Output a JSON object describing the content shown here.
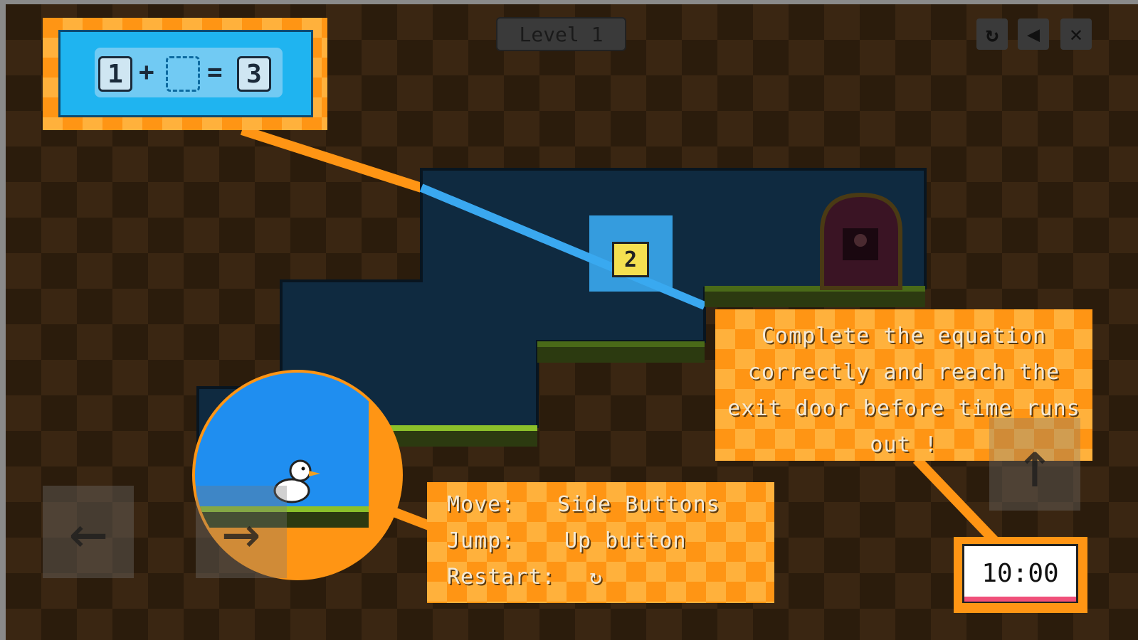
{
  "hud": {
    "level_label": "Level 1",
    "buttons": [
      {
        "name": "restart",
        "icon": "restart-icon"
      },
      {
        "name": "sound",
        "icon": "speaker-icon"
      },
      {
        "name": "close",
        "icon": "close-icon"
      }
    ]
  },
  "equation": {
    "left": "1",
    "plus": "+",
    "missing": "",
    "equals": "=",
    "right": "3"
  },
  "number_block": "2",
  "tip": "Complete the equation correctly and reach the exit door before time runs out !",
  "instructions": [
    {
      "label": "Move:",
      "value": "Side Buttons"
    },
    {
      "label": "Jump:",
      "value": "Up button"
    },
    {
      "label": "Restart:",
      "value": "↻"
    }
  ],
  "timer": "10:00",
  "controls": {
    "left": "←",
    "right": "→",
    "up": "↑"
  },
  "colors": {
    "sky": "#1fb4f0",
    "level": "#0f2a40",
    "orange": "#ff9514",
    "grass": "#8bc02a"
  }
}
